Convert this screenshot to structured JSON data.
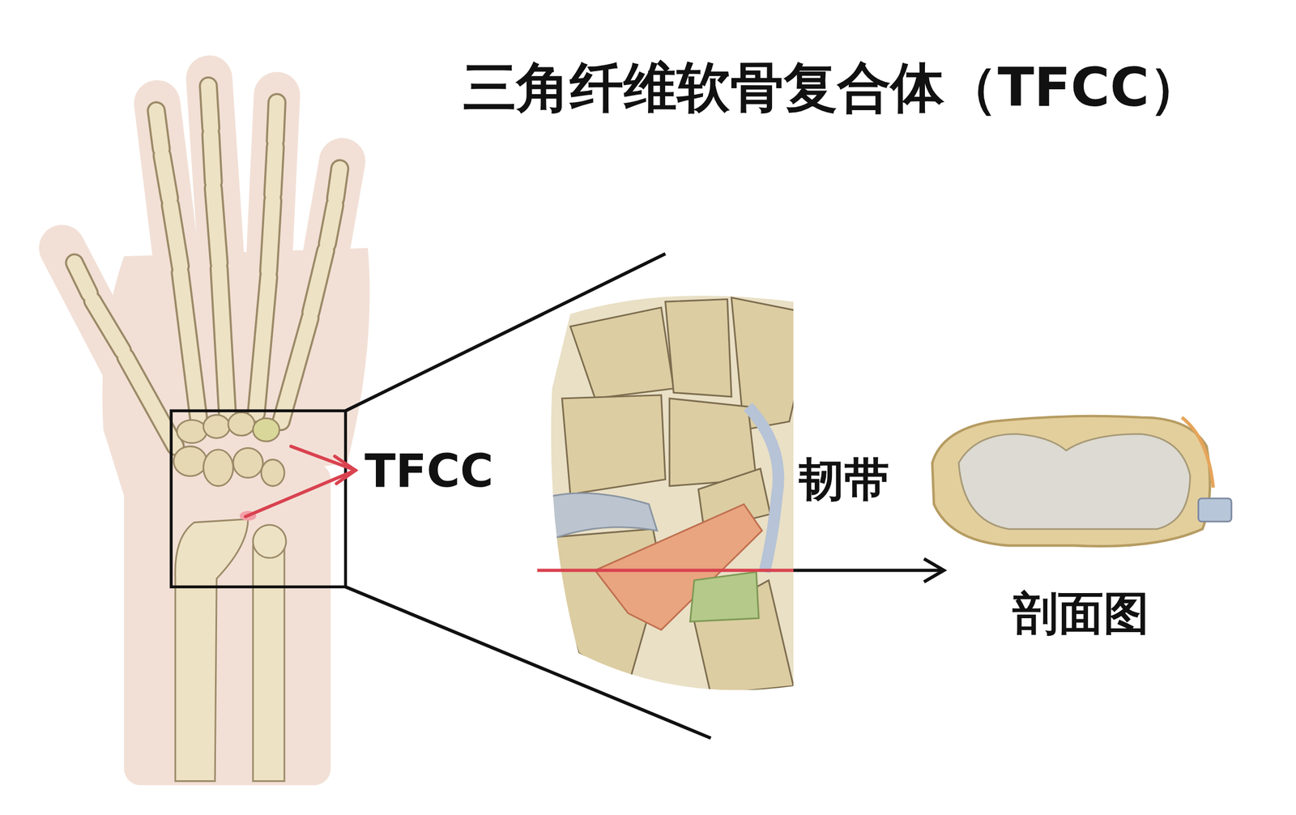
{
  "diagram": {
    "title": "三角纤维软骨复合体（TFCC）",
    "labels": [
      "TFCC",
      "韧带",
      "剖面图"
    ]
  }
}
